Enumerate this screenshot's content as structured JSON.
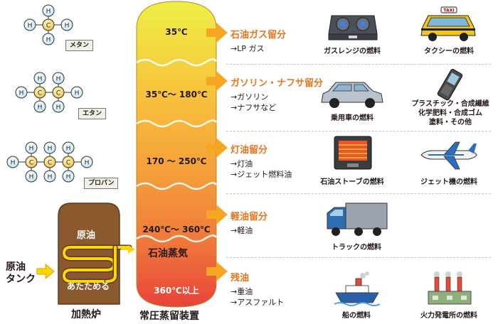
{
  "molecules": {
    "atoms": {
      "h": "H",
      "c": "C"
    },
    "methane": "メタン",
    "ethane": "エタン",
    "propane": "プロパン"
  },
  "furnace": {
    "crude_label": "原油",
    "heat_label": "あたためる",
    "caption": "加熱炉"
  },
  "crude_input": {
    "line1": "原油",
    "line2": "タンク"
  },
  "column": {
    "caption": "常圧蒸留装置",
    "vapor_label": "石油蒸気",
    "temps": [
      "35℃",
      "35℃〜 180℃",
      "170 〜 250℃",
      "240℃〜 360℃",
      "360℃以上"
    ]
  },
  "fractions": [
    {
      "name": "石油ガス留分",
      "products": [
        "→LP ガス"
      ]
    },
    {
      "name": "ガソリン・ナフサ留分",
      "products": [
        "→ガソリン",
        "→ナフサなど"
      ]
    },
    {
      "name": "灯油留分",
      "products": [
        "→灯油",
        "→ジェット燃料油"
      ]
    },
    {
      "name": "軽油留分",
      "products": [
        "→軽油"
      ]
    },
    {
      "name": "残油",
      "products": [
        "→重油",
        "→アスファルト"
      ]
    }
  ],
  "uses": {
    "gas_stove": "ガスレンジの燃料",
    "taxi": "タクシーの燃料",
    "car": "乗用車の燃料",
    "plastics": [
      "プラスチック・合成繊維",
      "化学肥料・合成ゴム",
      "塗料・その他"
    ],
    "oil_stove": "石油ストーブの燃料",
    "jet": "ジェット機の燃料",
    "truck": "トラックの燃料",
    "ship": "船の燃料",
    "power": "火力発電所の燃料"
  },
  "taxi_sign": "TAXI",
  "colors": {
    "fraction_title": "#e8731e",
    "arrow": "#f5a623",
    "furnace": "#8a5a2e",
    "coil": "#ffd400",
    "column_top": "#eef045",
    "column_bottom": "#e8433a"
  }
}
